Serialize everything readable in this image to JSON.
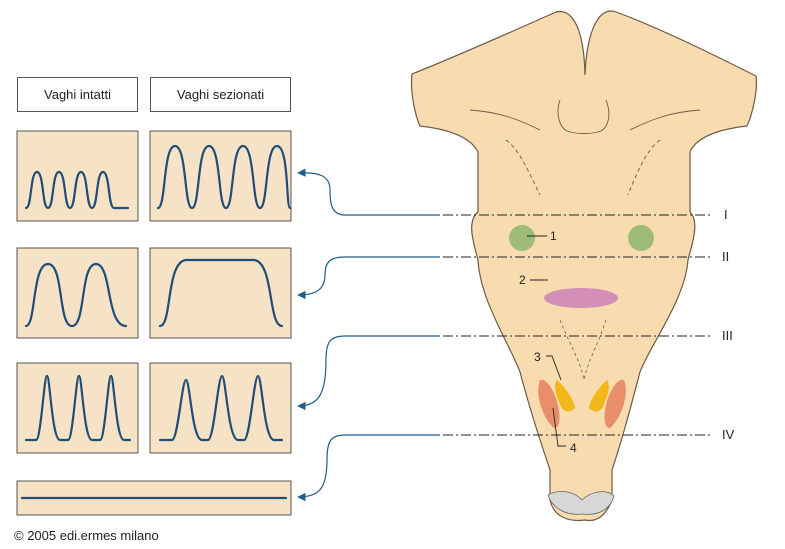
{
  "headers": {
    "intact": "Vaghi intatti",
    "sectioned": "Vaghi sezionati"
  },
  "levels": [
    "I",
    "II",
    "III",
    "IV"
  ],
  "structure_labels": [
    "1",
    "2",
    "3",
    "4"
  ],
  "copyright": "© 2005 edi.ermes milano",
  "colors": {
    "panel_fill": "#f6e3c6",
    "brainstem_fill": "#f8dcb0",
    "trace": "#1f4d78",
    "arrow": "#1f5d8a",
    "nucleus_1": "#9ebb78",
    "nucleus_2": "#d48fb6",
    "nucleus_3": "#f2b81a",
    "nucleus_4": "#e88e68"
  }
}
